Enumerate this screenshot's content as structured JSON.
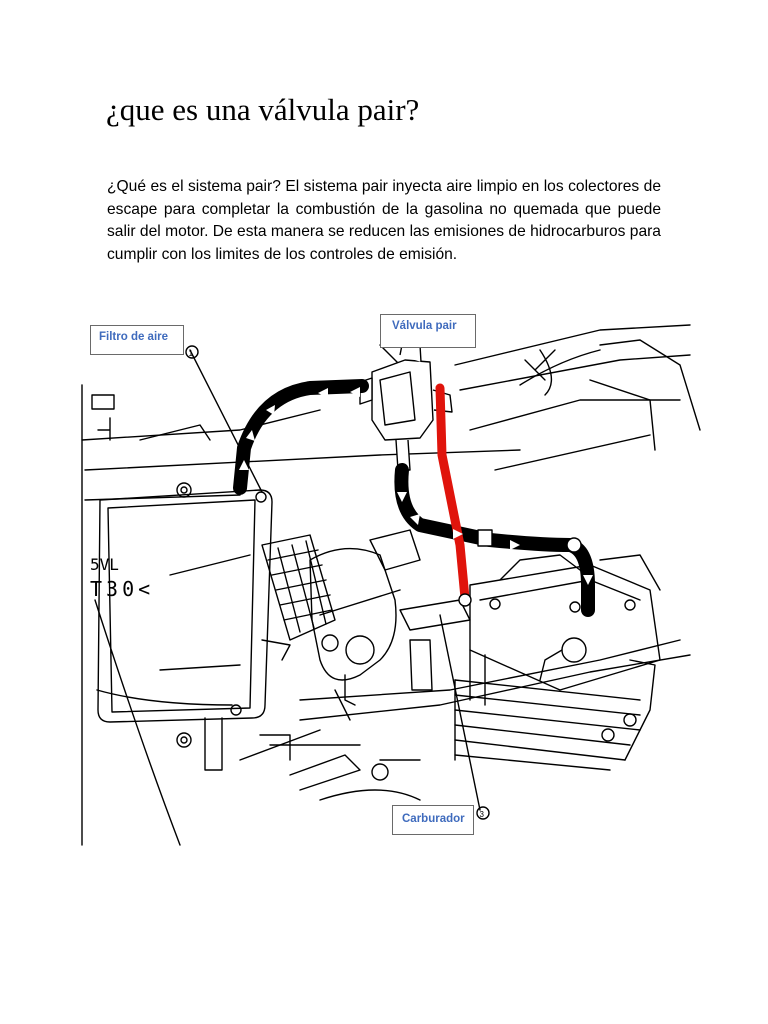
{
  "document": {
    "title": "¿que es una válvula pair?",
    "body": "¿Qué es el sistema pair?  El sistema pair inyecta aire limpio en los colectores de escape para completar la combustión de la gasolina no quemada que puede salir del motor. De esta manera se reducen las emisiones de hidrocarburos para cumplir con los limites de los controles de emisión."
  },
  "diagram": {
    "callouts": {
      "filtro": "Filtro de aire",
      "valvula": "Válvula pair",
      "carburador": "Carburador"
    },
    "part_numbers": {
      "one": "1",
      "three": "3"
    },
    "stamp": {
      "line1": "5VL",
      "line2": "T30<"
    }
  },
  "colors": {
    "callout_text": "#3f6bbd",
    "hose": "#000000",
    "red_hose": "#e0140c"
  }
}
